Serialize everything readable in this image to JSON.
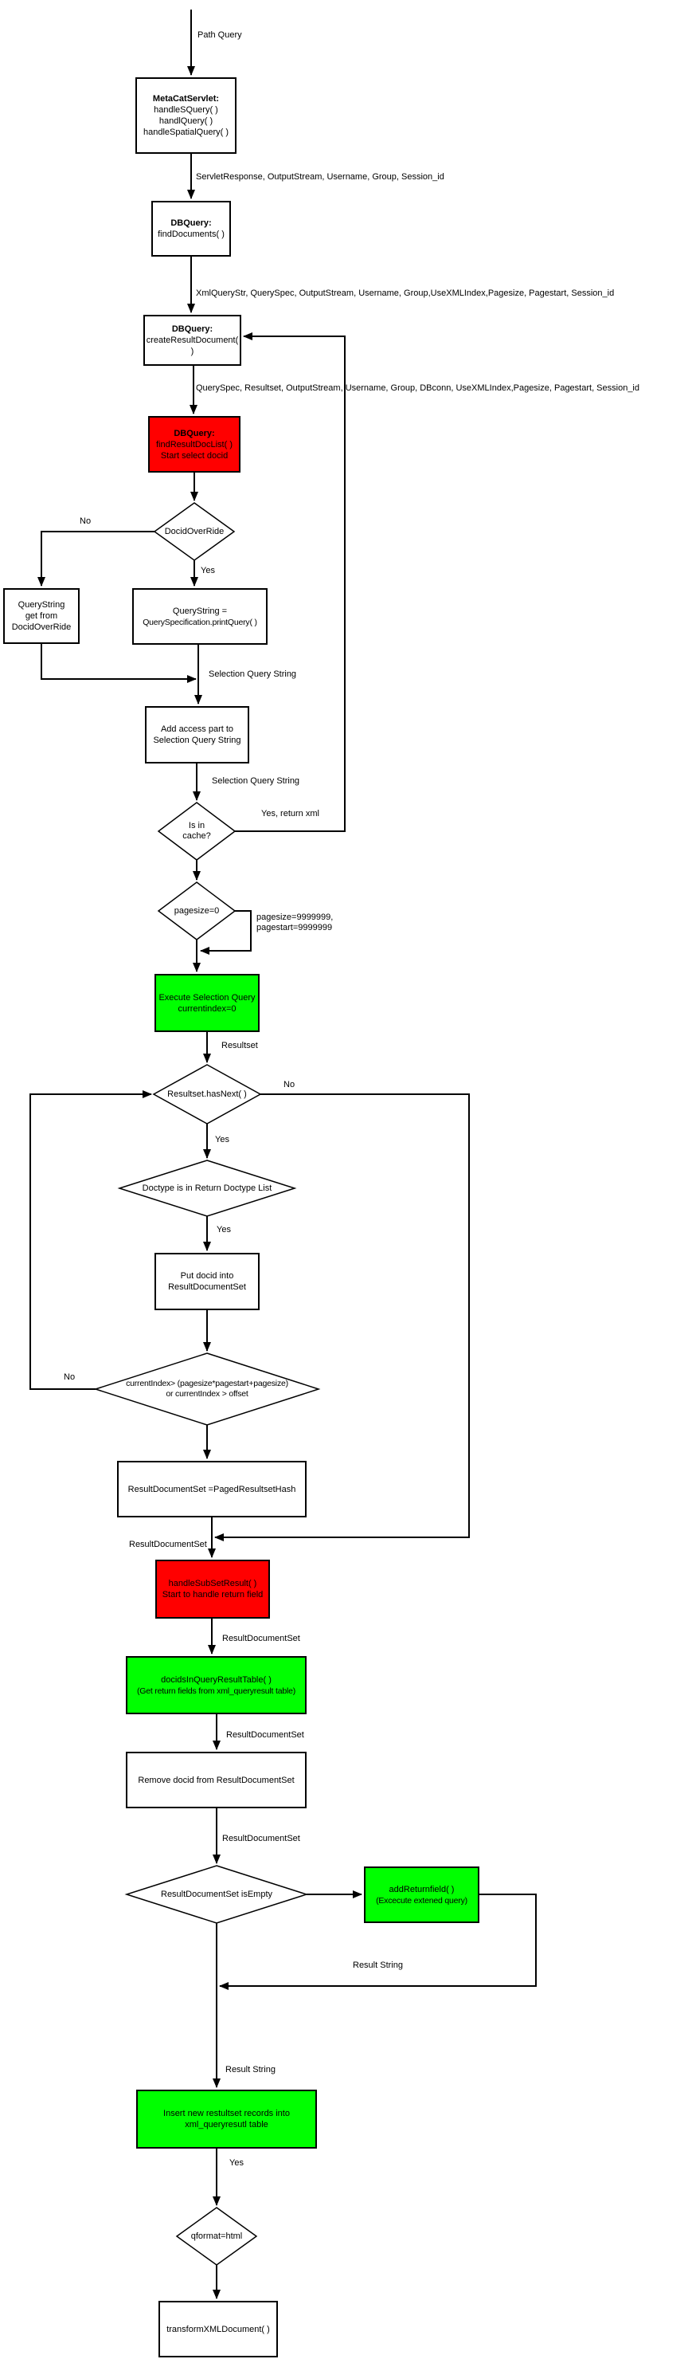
{
  "colors": {
    "red": "#ff0000",
    "green": "#00ff00",
    "line": "#000000",
    "background": "#ffffff"
  },
  "nodes": {
    "metacat": {
      "title": "MetaCatServlet:",
      "lines": [
        "handleSQuery( )",
        "handlQuery( )",
        "handleSpatialQuery( )"
      ]
    },
    "finddocs": {
      "title": "DBQuery:",
      "lines": [
        "findDocuments( )"
      ]
    },
    "createresult": {
      "title": "DBQuery:",
      "lines": [
        "createResultDocument( )"
      ]
    },
    "findresultdoclist": {
      "title": "DBQuery:",
      "lines": [
        "findResultDocList( )",
        "Start select docid"
      ]
    },
    "querystring_docid": {
      "lines": [
        "QueryString",
        "get from",
        "DocidOverRide"
      ]
    },
    "querystring_spec": {
      "lines": [
        "QueryString =",
        "QuerySpecification.printQuery( )"
      ]
    },
    "addaccess": {
      "lines": [
        "Add access part to",
        "Selection Query String"
      ]
    },
    "execselection": {
      "lines": [
        "Execute Selection Query",
        "currentindex=0"
      ]
    },
    "putdocid": {
      "lines": [
        "Put docid into",
        "ResultDocumentSet"
      ]
    },
    "pagedhash": {
      "lines": [
        "ResultDocumentSet =PagedResultsetHash"
      ]
    },
    "handlesubset": {
      "lines": [
        "handleSubSetResult( )",
        "Start to handle return field"
      ]
    },
    "docidsinquery": {
      "lines": [
        "docidsInQueryResultTable( )",
        "(Get return fields from xml_queryresult table)"
      ]
    },
    "removedocid": {
      "lines": [
        "Remove docid from ResultDocumentSet"
      ]
    },
    "addreturnfield": {
      "lines": [
        "addReturnfield( )",
        "(Excecute extened query)"
      ]
    },
    "insertnew": {
      "lines": [
        "Insert new restultset records into",
        "xml_queryresutl table"
      ]
    },
    "transformxml": {
      "lines": [
        "transformXMLDocument( )"
      ]
    },
    "docidoverride": {
      "label": "DocidOverRide"
    },
    "isincache": {
      "lines": [
        "Is in",
        "cache?"
      ]
    },
    "pagesize0": {
      "label": "pagesize=0"
    },
    "hasnext": {
      "label": "Resultset.hasNext( )"
    },
    "doctype": {
      "label": "Doctype is in Return Doctype List"
    },
    "currentindex": {
      "lines": [
        "currentIndex> (pagesize*pagestart+pagesize)",
        "or currentIndex > offset"
      ]
    },
    "isempty": {
      "label": "ResultDocumentSet isEmpty"
    },
    "qformat": {
      "label": "qformat=html"
    }
  },
  "labels": {
    "path_query": "Path Query",
    "servlet_params": "ServletResponse, OutputStream,  Username, Group, Session_id",
    "xmlquery_params": "XmlQueryStr, QuerySpec, OutputStream, Username, Group,UseXMLIndex,Pagesize, Pagestart, Session_id",
    "queryspec_params": "QuerySpec, Resultset, OutputStream, Username, Group, DBconn, UseXMLIndex,Pagesize, Pagestart, Session_id",
    "yes": "Yes",
    "no": "No",
    "selection_query_string": "Selection Query String",
    "yes_return_xml": "Yes, return xml",
    "pagesize_line1": "pagesize=9999999,",
    "pagesize_line2": "pagestart=9999999",
    "resultset": "Resultset",
    "result_document_set": "ResultDocumentSet",
    "result_string": "Result String"
  }
}
